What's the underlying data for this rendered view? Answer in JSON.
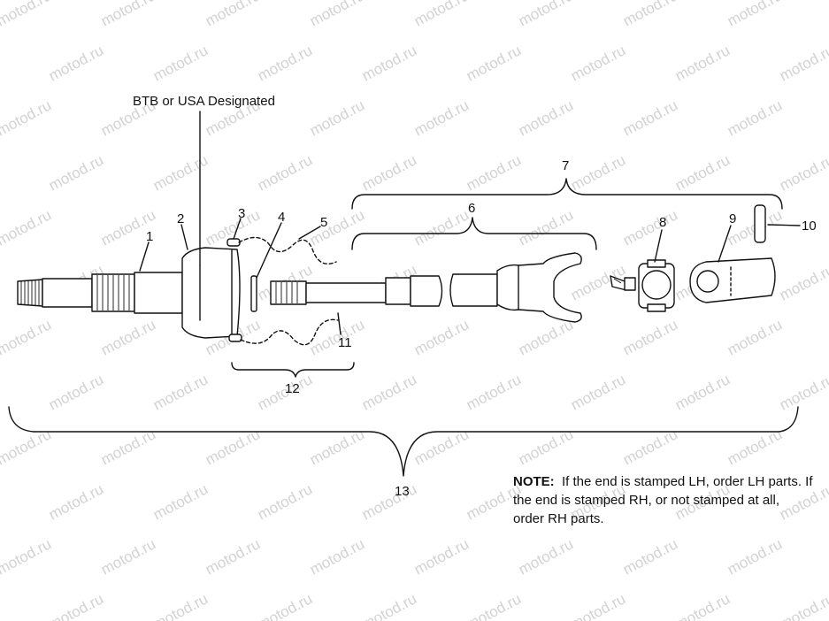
{
  "watermark": "motod.ru",
  "top_label": "BTB or USA Designated",
  "callouts": {
    "c1": "1",
    "c2": "2",
    "c3": "3",
    "c4": "4",
    "c5": "5",
    "c6": "6",
    "c7": "7",
    "c8": "8",
    "c9": "9",
    "c10": "10",
    "c11": "11",
    "c12": "12",
    "c13": "13"
  },
  "note": {
    "prefix": "NOTE:",
    "text": "If the end is stamped LH, order LH parts.  If the end is stamped RH, or not stamped at all, order RH parts."
  }
}
